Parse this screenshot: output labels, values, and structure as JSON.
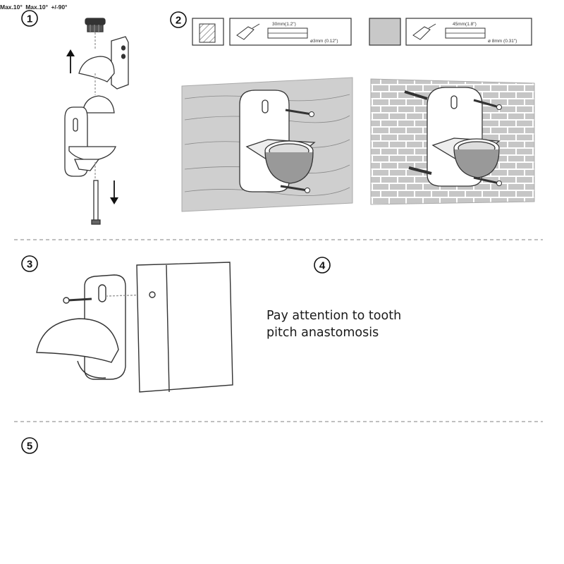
{
  "steps": [
    "1",
    "2",
    "3",
    "4",
    "5"
  ],
  "step2": {
    "drywall_spec": {
      "length": "30mm(1.2\")",
      "diameter": "ø3mm (0.12\")"
    },
    "brick_spec": {
      "length": "45mm(1.8\")",
      "diameter": "ø 8mm (0.31\")"
    }
  },
  "step4": {
    "note_line1": "Pay attention to tooth",
    "note_line2": "pitch anastomosis"
  },
  "step5": {
    "tilt_up": "Max.10°",
    "tilt_down": "Max.10°",
    "rotate": "+/-90°"
  },
  "colors": {
    "line": "#333333",
    "wall_fill": "#cfcfcf",
    "brick_fill": "#c8c8c8",
    "divider": "#9a9a9a"
  },
  "icons": [
    "arrow-up-icon",
    "arrow-down-icon",
    "screw-icon",
    "drill-icon",
    "rotate-arrow-icon"
  ]
}
